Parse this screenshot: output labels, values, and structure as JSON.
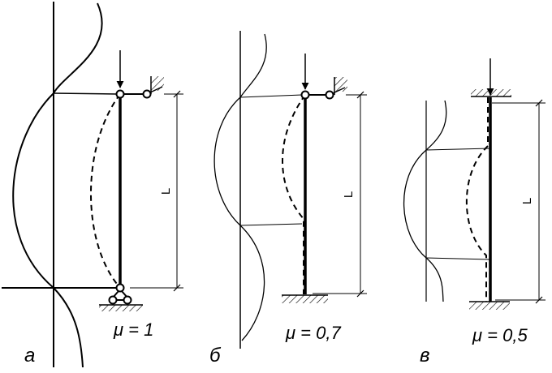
{
  "panels": [
    {
      "id": "a",
      "letter": "а",
      "mu_text": "μ = 1",
      "length_label": "L",
      "mu": 1.0
    },
    {
      "id": "b",
      "letter": "б",
      "mu_text": "μ = 0,7",
      "length_label": "L",
      "mu": 0.7
    },
    {
      "id": "c",
      "letter": "в",
      "mu_text": "μ = 0,5",
      "length_label": "L",
      "mu": 0.5
    }
  ]
}
